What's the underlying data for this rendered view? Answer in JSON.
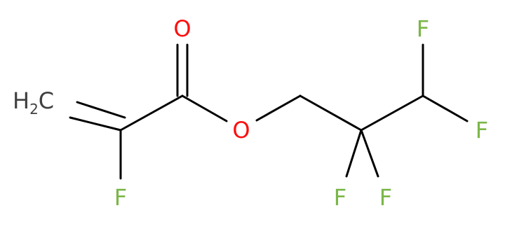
{
  "molecule": {
    "colors": {
      "bond": "#000000",
      "oxygen": "#ff0d0d",
      "fluorine": "#7ab648",
      "carbon": "#404040"
    },
    "atoms": {
      "ch2": {
        "symbol": "H",
        "subscript": "2",
        "tail": "C"
      },
      "carbonyl_o": "O",
      "ester_o": "O",
      "f_alpha": "F",
      "f_top": "F",
      "f_right": "F",
      "f_bottom_left": "F",
      "f_bottom_right": "F"
    }
  }
}
